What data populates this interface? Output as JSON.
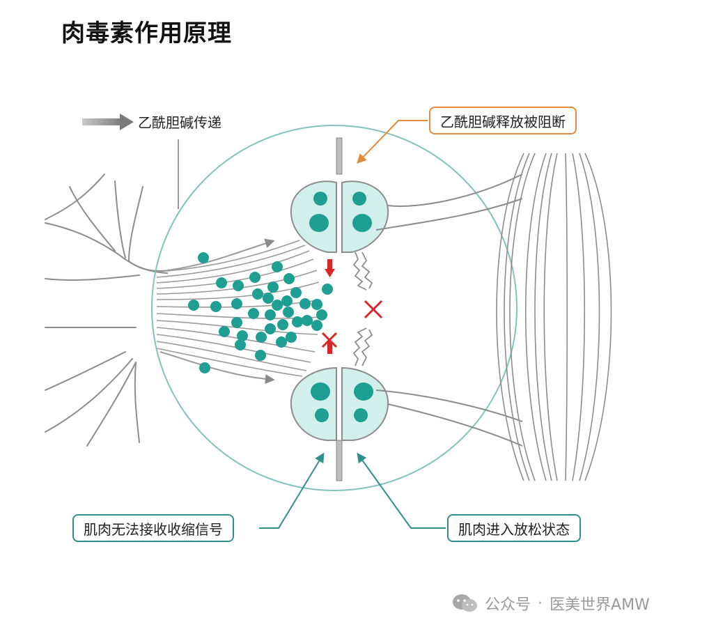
{
  "title": "肉毒素作用原理",
  "legend": {
    "arrow_label": "乙酰胆碱传递"
  },
  "callouts": {
    "blocked_release": "乙酰胆碱释放被阻断",
    "no_signal": "肌肉无法接收收缩信号",
    "relaxed": "肌肉进入放松状态"
  },
  "watermark": {
    "prefix": "公众号",
    "separator": "·",
    "name": "医美世界AMW"
  },
  "colors": {
    "teal": "#1f9e92",
    "teal_light": "#d3efec",
    "teal_dark": "#2f8f8a",
    "orange": "#e58a3c",
    "red": "#d6262a",
    "line_gray": "#8c8c8c",
    "arrow_gray": "#8a8a8a"
  },
  "icons": [
    "wechat-icon",
    "gray-arrow-icon",
    "red-x-icon",
    "red-arrow-icon"
  ]
}
